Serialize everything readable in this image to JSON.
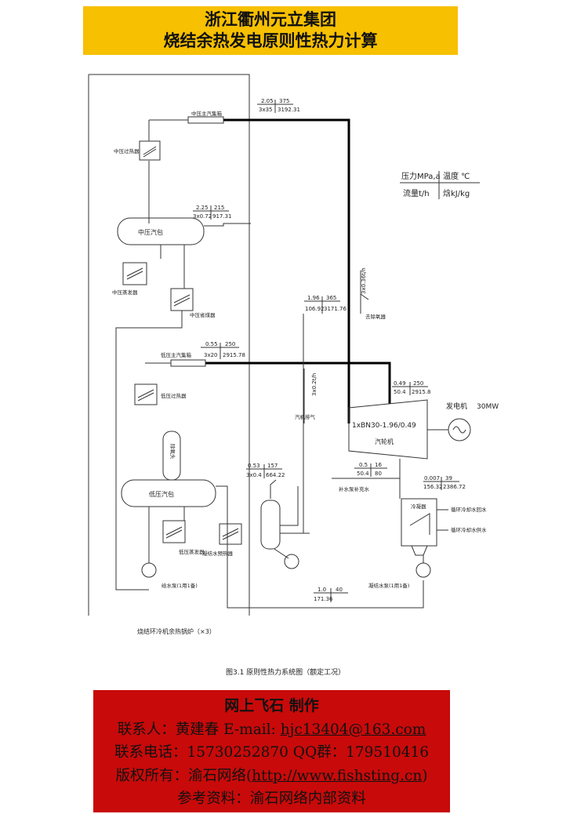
{
  "header": {
    "line1": "浙江衢州元立集团",
    "line2": "烧结余热发电原则性热力计算"
  },
  "diagram": {
    "legend": {
      "pressure": "压力MPa,a",
      "temperature": "温度 ℃",
      "flow": "流量t/h",
      "enthalpy": "焓kJ/kg"
    },
    "nodes": {
      "mp_drum": "中压汽包",
      "mp_superheater_main": "中压主汽集箱",
      "mp_superheater": "中压过热器",
      "mp_evaporator": "中压蒸发器",
      "mp_economizer": "中压省煤器",
      "lp_header": "低压主汽集箱",
      "lp_superheater": "低压过热器",
      "lp_drum": "低压汽包",
      "lp_evaporator": "低压蒸发器",
      "lp_preheater": "凝结水预热器",
      "feed_pump": "给水泵(1用1备)",
      "deaerator_head": "除氧头",
      "deaerator_steam": "汽机排气",
      "steam_to_deaerator": "去除氧器",
      "turbine": "汽轮机",
      "turbine_model": "1xBN30-1.96/0.49",
      "generator": "发电机",
      "generator_power": "30MW",
      "condenser": "冷凝器",
      "cw_out": "循环冷却水回水",
      "cw_in": "循环冷却水供水",
      "condensate_pump": "凝结水泵(1用1备)",
      "makeup": "补水泵补充水",
      "boiler_label": "烧结环冷机余热锅炉（×3）",
      "caption": "图3.1  原则性热力系统图（额定工况）"
    },
    "state_boxes": {
      "mp_main": {
        "p": "2.05",
        "t": "375",
        "f": "3x35",
        "h": "3192.31"
      },
      "mp_drum": {
        "p": "2.25",
        "t": "215",
        "f": "3x0.72",
        "h": "917.31"
      },
      "turbine_inlet": {
        "p": "1.96",
        "t": "365",
        "f": "106.92",
        "h": "3171.76"
      },
      "lp_main": {
        "p": "0.55",
        "t": "250",
        "f": "3x20",
        "h": "2915.78"
      },
      "lp_admission": {
        "p": "0.49",
        "t": "250",
        "f": "50.4",
        "h": "2915.8"
      },
      "lp_drum": {
        "p": "0.53",
        "t": "157",
        "f": "3x0.4",
        "h": "664.22"
      },
      "exhaust": {
        "p": "0.5",
        "t": "16",
        "f": "50.4",
        "h": "80"
      },
      "condenser": {
        "p": "0.007",
        "t": "39",
        "f": "156.32",
        "h": "2386.72"
      },
      "condensate": {
        "p": "1.0",
        "t": "40",
        "f": "",
        "h": "171.36"
      },
      "tap_mp": "3x0.36t/h",
      "tap_lp": "3x0.2t/h"
    }
  },
  "credits": {
    "line1": "网上飞石  制作",
    "line2_prefix": "联系人：黄建春 E-mail: ",
    "line2_email": "hjc13404@163.com",
    "line3": "联系电话：15730252870  QQ群：179510416",
    "line4_prefix": "版权所有：渝石网络(",
    "line4_url": "http://www.fishsting.cn",
    "line4_suffix": ")",
    "line5": "参考资料：渝石网络内部资料"
  }
}
